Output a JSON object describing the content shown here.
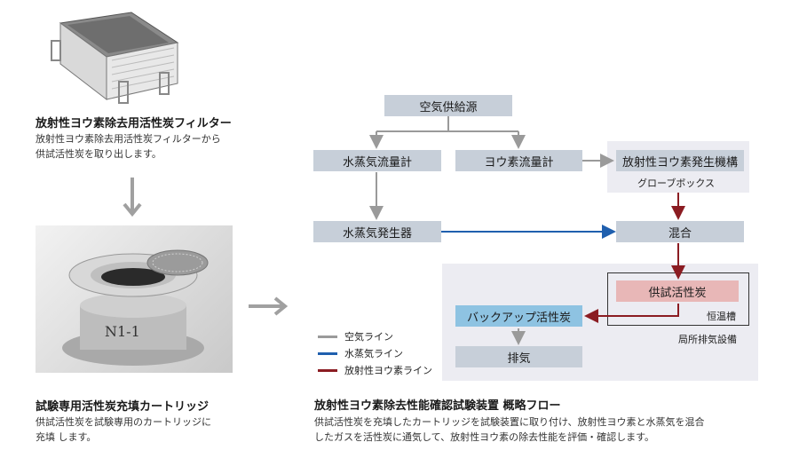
{
  "left": {
    "filter_title": "放射性ヨウ素除去用活性炭フィルター",
    "filter_desc_1": "放射性ヨウ素除去用活性炭フィルターから",
    "filter_desc_2": "供試活性炭を取り出します。",
    "cartridge_engraving": "N1-1",
    "cartridge_title": "試験専用活性炭充填カートリッジ",
    "cartridge_desc_1": "供試活性炭を試験専用のカートリッジに",
    "cartridge_desc_2": "充填 します。"
  },
  "flow": {
    "air_source": "空気供給源",
    "steam_flowmeter": "水蒸気流量計",
    "iodine_flowmeter": "ヨウ素流量計",
    "iodine_generator": "放射性ヨウ素発生機構",
    "glove_box": "グローブボックス",
    "steam_generator": "水蒸気発生器",
    "mixing": "混合",
    "test_carbon": "供試活性炭",
    "thermostat": "恒温槽",
    "backup_carbon": "バックアップ活性炭",
    "local_exhaust": "局所排気設備",
    "exhaust": "排気"
  },
  "legend": {
    "air_line": "空気ライン",
    "steam_line": "水蒸気ライン",
    "iodine_line": "放射性ヨウ素ライン"
  },
  "colors": {
    "air_line": "#9a9a9a",
    "steam_line": "#1f5fae",
    "iodine_line": "#8b1c22",
    "box": "#c7cfd9",
    "test_carbon_box": "#e8b7b7",
    "backup_box": "#8ec3e2",
    "exhaust_area": "#ececf2"
  },
  "caption": {
    "title": "放射性ヨウ素除去性能確認試験装置 概略フロー",
    "desc_1": "供試活性炭を充填したカートリッジを試験装置に取り付け、放射性ヨウ素と水蒸気を混合",
    "desc_2": "したガスを活性炭に通気して、放射性ヨウ素の除去性能を評価・確認します。"
  }
}
